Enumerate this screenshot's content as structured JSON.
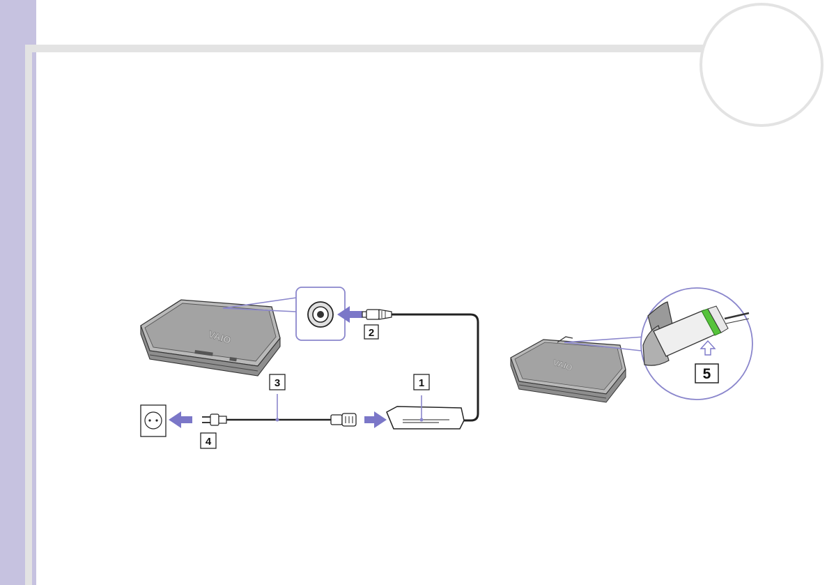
{
  "callouts": {
    "adapter": "1",
    "dc_plug": "2",
    "power_cord": "3",
    "ac_plug": "4",
    "power_indicator": "5"
  },
  "colors": {
    "sidebar": "#c6c2e0",
    "frame": "#e3e3e3",
    "arrow": "#7b77c8",
    "callout_line": "#8a86cc",
    "indicator_light": "#56c33b"
  }
}
